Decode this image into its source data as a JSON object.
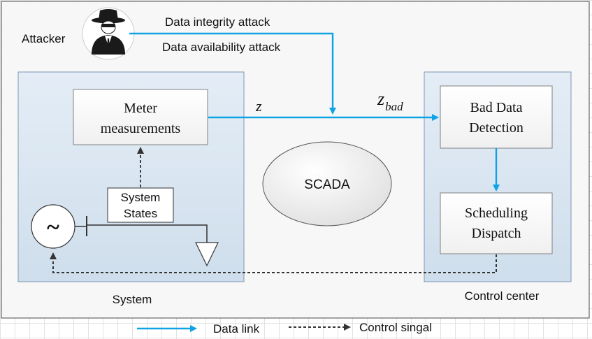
{
  "attacker": {
    "label": "Attacker",
    "icon": "spy-icon",
    "attack_1": "Data integrity attack",
    "attack_2": "Data availability attack"
  },
  "system": {
    "label": "System",
    "meter_line1": "Meter",
    "meter_line2": "measurements",
    "states_line1": "System",
    "states_line2": "States",
    "generator_symbol": "~"
  },
  "scada": {
    "label": "SCADA"
  },
  "signals": {
    "z": "z",
    "z_bad_base": "z",
    "z_bad_sub": "bad"
  },
  "control_center": {
    "label": "Control center",
    "bdd_line1": "Bad Data",
    "bdd_line2": "Detection",
    "sched_line1": "Scheduling",
    "sched_line2": "Dispatch"
  },
  "legend": {
    "data_link": "Data link",
    "control_signal": "Control singal"
  },
  "colors": {
    "data_link": "#0fa3e6",
    "panel_fill": "#dce8f3",
    "panel_stroke": "#7e98b3"
  }
}
